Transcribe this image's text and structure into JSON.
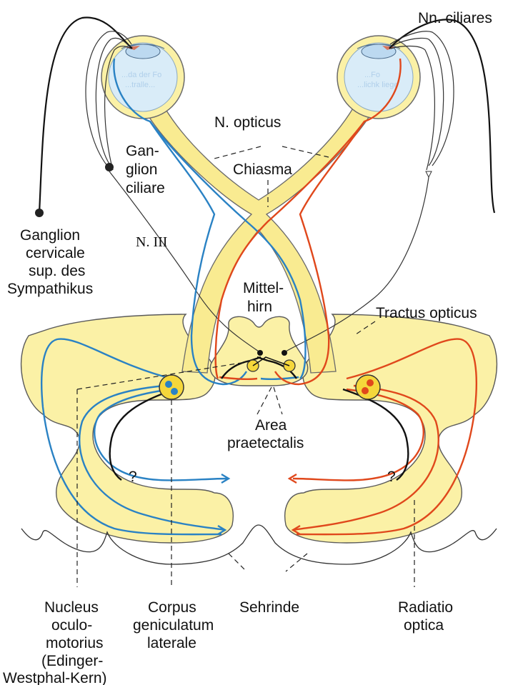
{
  "labels": {
    "nn_ciliares": "Nn. ciliares",
    "n_opticus": "N. opticus",
    "ganglion_ciliare": [
      "Gan-",
      "glion",
      "ciliare"
    ],
    "chiasma": "Chiasma",
    "ganglion_cervicale": [
      "Ganglion",
      "cervicale",
      "sup. des",
      "Sympathikus"
    ],
    "n_iii": "N. III",
    "mittelhirn": [
      "Mittel-",
      "hirn"
    ],
    "tractus_opticus": "Tractus opticus",
    "area_praetectalis": [
      "Area",
      "praetectalis"
    ],
    "question_left": "?",
    "question_right": "?",
    "nucleus_oculomotorius": [
      "Nucleus",
      "oculo-",
      "motorius",
      "(Edinger-",
      "Westphal-Kern)"
    ],
    "corpus_geniculatum": [
      "Corpus",
      "geniculatum",
      "laterale"
    ],
    "sehrinde": "Sehrinde",
    "radiatio_optica": [
      "Radiatio",
      "optica"
    ]
  },
  "ghost_text": {
    "left_eye": [
      "...da der Fo",
      "...tralle..."
    ],
    "right_eye": [
      "...Fo",
      "...lichk liege"
    ]
  },
  "colors": {
    "tissue": "#fbf1a6",
    "tract": "#f9eb91",
    "blue_pathway": "#2a82c4",
    "red_pathway": "#e0481c",
    "nerve": "#111111",
    "eye_blue": "#bcd9f0"
  }
}
